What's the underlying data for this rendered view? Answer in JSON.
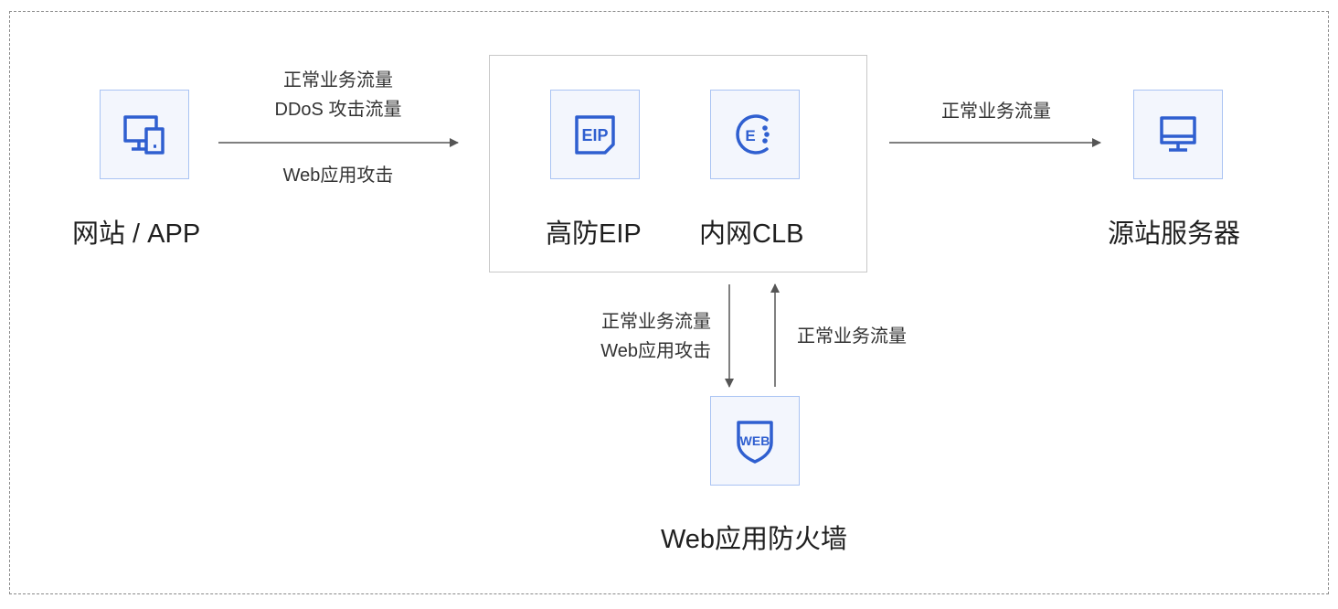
{
  "nodes": {
    "website_app": {
      "label": "网站 / APP",
      "icon": "devices-icon"
    },
    "anti_ddos_eip": {
      "label": "高防EIP",
      "icon": "eip-icon"
    },
    "intranet_clb": {
      "label": "内网CLB",
      "icon": "clb-icon"
    },
    "origin_server": {
      "label": "源站服务器",
      "icon": "monitor-icon"
    },
    "waf": {
      "label": "Web应用防火墙",
      "icon": "web-shield-icon"
    }
  },
  "edges": {
    "client_to_eip": {
      "above": [
        "正常业务流量",
        "DDoS 攻击流量"
      ],
      "below": "Web应用攻击"
    },
    "clb_to_origin": {
      "above": "正常业务流量"
    },
    "clb_to_waf": {
      "lines": [
        "正常业务流量",
        "Web应用攻击"
      ]
    },
    "waf_to_clb": {
      "label": "正常业务流量"
    }
  },
  "colors": {
    "icon_blue": "#2f5fd0",
    "icon_border": "#a9c3f3",
    "icon_fill": "#f3f6fd",
    "arrow": "#555555",
    "frame": "#8a8a8a"
  }
}
